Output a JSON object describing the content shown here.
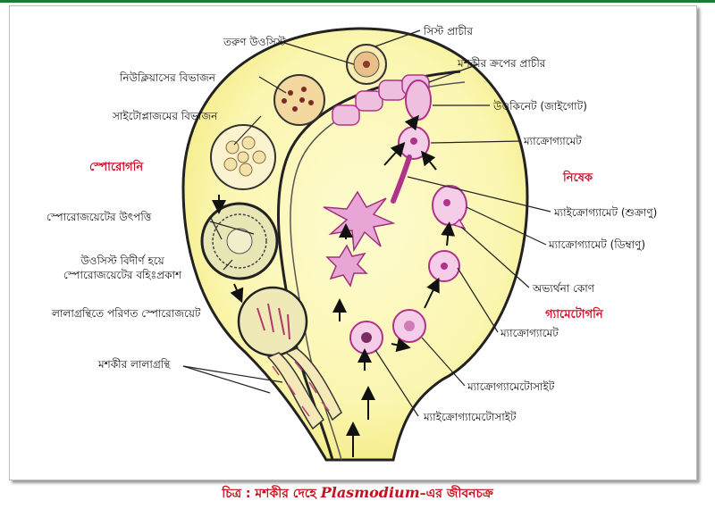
{
  "labels": {
    "cyst_wall": "সিস্ট প্রাচীর",
    "young_oocyst": "তরুণ উওসিস্ট",
    "nuclear_division": "নিউক্লিয়াসের বিভাজন",
    "cytoplasm_division": "সাইটোপ্লাজমের বিভাজন",
    "sporozoite_origin": "স্পোরোজয়েটের উৎপত্তি",
    "oocyst_burst_line1": "উওসিস্ট বিদীর্ণ হয়ে",
    "oocyst_burst_line2": "স্পোরোজয়েটের বহিঃপ্রকাশ",
    "salivary_sporozoite": "লালাগ্রন্থিতে পরিণত স্পোরোজয়েট",
    "mosquito_salivary_gland": "মশকীর লালাগ্রন্থি",
    "mosquito_crop_wall": "মশকীর ক্রপের প্রাচীর",
    "ookinete": "উওকিনেট (জাইগোট)",
    "macrogamete_top": "ম্যাক্রোগ্যামেট",
    "microgamete": "ম্যাইক্রোগ্যামেট (শুক্রাণু)",
    "macrogamete_ovum": "ম্যাক্রোগ্যামেট (ডিম্বাণু)",
    "reception_cone": "অভ্যর্থনা কোণ",
    "macrogamete_low": "ম্যাক্রোগ্যামেট",
    "macrogametocyte": "ম্যাক্রোগ্যামেটোসাইট",
    "microgametocyte": "ম্যাইক্রোগ্যামেটোসাইট"
  },
  "phases": {
    "sporogony": "স্পোরোগনি",
    "fertilization": "নিষেক",
    "gametogony": "গ্যামেটোগনি"
  },
  "caption": {
    "prefix": "চিত্র : মশকীর দেহে ",
    "organism": "Plasmodium",
    "suffix": "–এর জীবনচক্র"
  },
  "colors": {
    "phase_text": "#d0112b",
    "caption_text": "#c1121f",
    "cell_fill": "#f2c6e6",
    "cell_border": "#b0338a",
    "sac_fill": "#fbf8c2",
    "border_rule": "#1f7a32"
  }
}
